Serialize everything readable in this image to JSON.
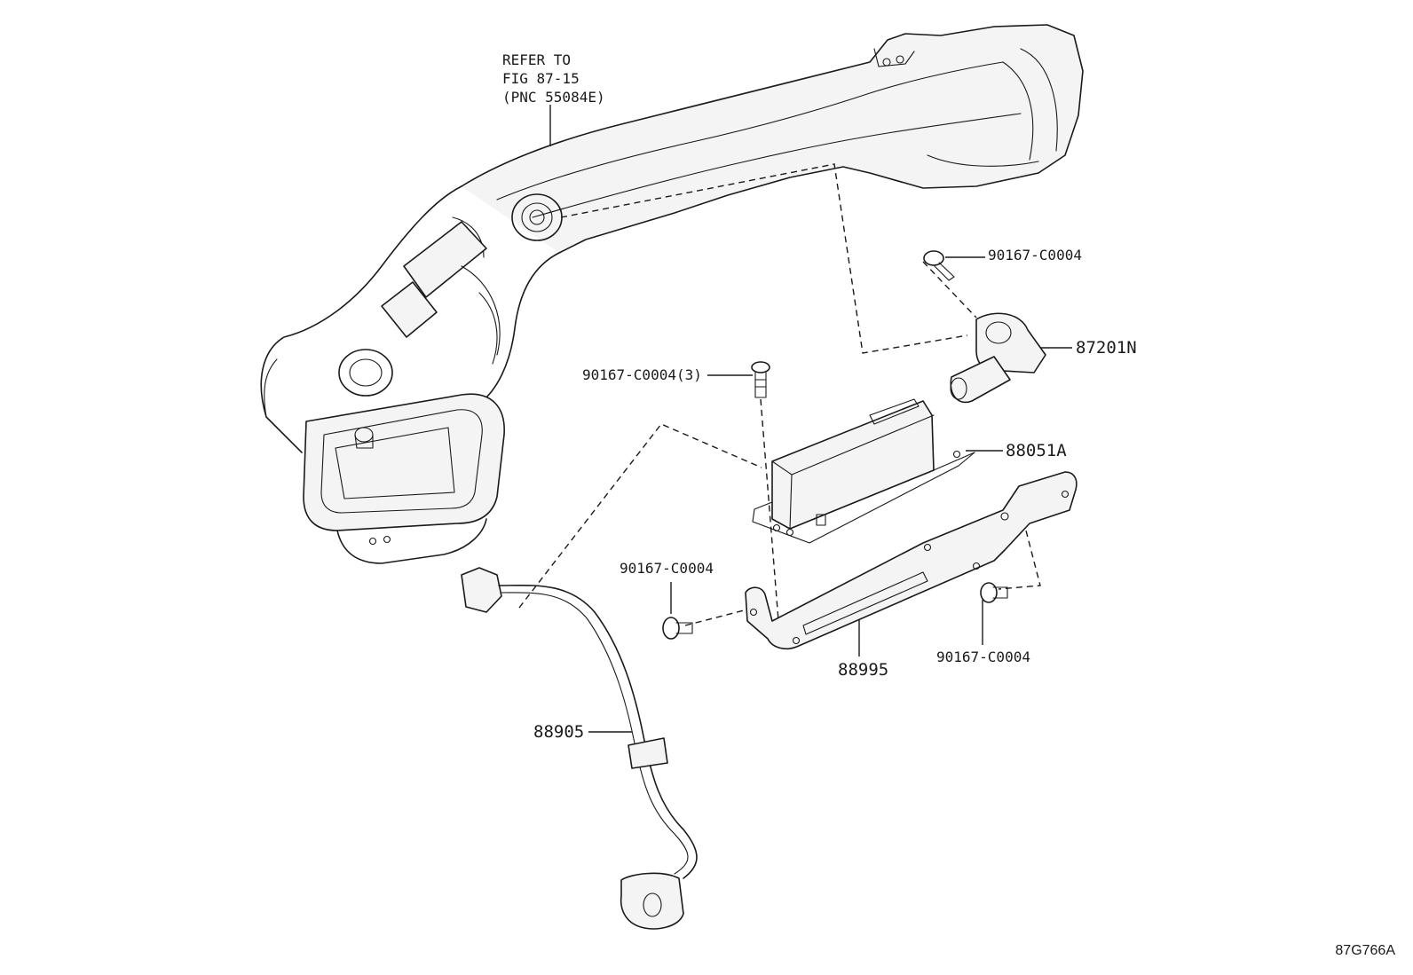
{
  "reference_note": {
    "line1": "REFER TO",
    "line2": "FIG 87-15",
    "line3": "(PNC 55084E)"
  },
  "callouts": {
    "bolt_upper_right": "90167-C0004",
    "sensor": "87201N",
    "bolt_qty3": "90167-C0004(3)",
    "module": "88051A",
    "bolt_left": "90167-C0004",
    "bracket": "88995",
    "bolt_lower_right": "90167-C0004",
    "wire_harness": "88905"
  },
  "illustration_code": "87G766A"
}
